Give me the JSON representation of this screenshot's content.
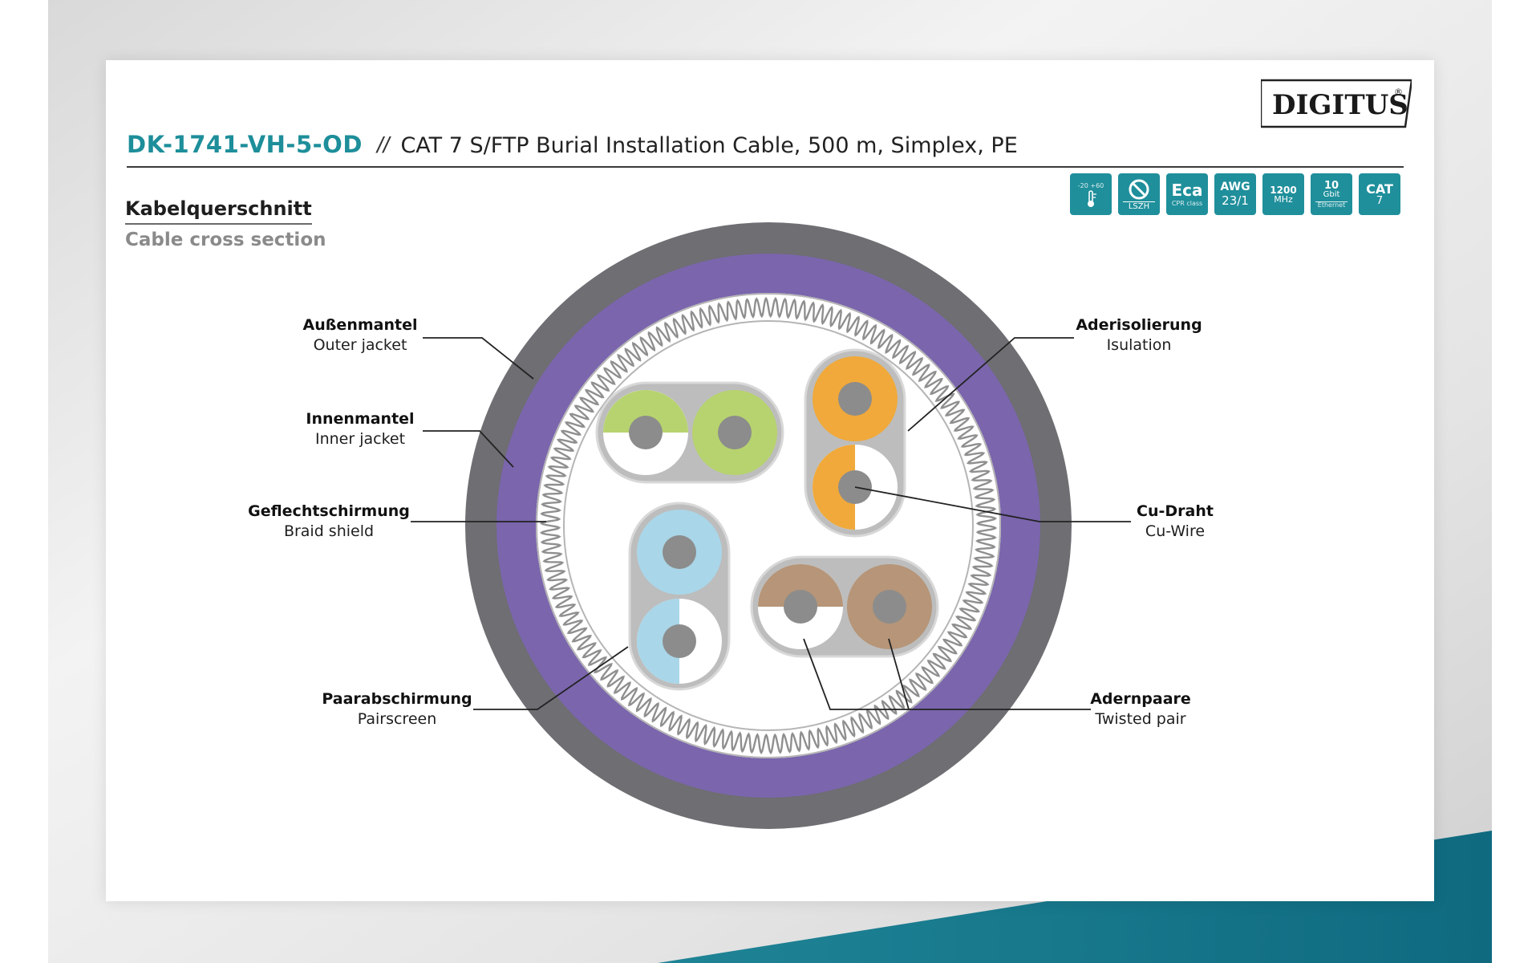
{
  "brand": {
    "logo_text": "DIGITUS",
    "registered_mark": "®"
  },
  "title": {
    "product_code": "DK-1741-VH-5-OD",
    "separator": "//",
    "description": "CAT 7 S/FTP Burial Installation Cable, 500 m, Simplex, PE"
  },
  "section": {
    "title_de": "Kabelquerschnitt",
    "title_en": "Cable cross section"
  },
  "badges": [
    {
      "icon": "temperature-range-icon",
      "top": "-20 +60",
      "bottom": "",
      "small": ""
    },
    {
      "icon": "lszh-icon",
      "top": "",
      "bottom": "LSZH",
      "small": ""
    },
    {
      "icon": "eca-class-icon",
      "top": "Eca",
      "bottom": "",
      "small": "CPR class"
    },
    {
      "icon": "awg-icon",
      "top": "AWG",
      "bottom": "23/1",
      "small": ""
    },
    {
      "icon": "frequency-icon",
      "top": "1200",
      "bottom": "MHz",
      "small": ""
    },
    {
      "icon": "gigabit-ethernet-icon",
      "top": "10",
      "bottom": "Gbit",
      "small": "Ethernet"
    },
    {
      "icon": "category-icon",
      "top": "CAT",
      "bottom": "7",
      "small": ""
    }
  ],
  "labels": {
    "outer_jacket": {
      "de": "Außenmantel",
      "en": "Outer jacket"
    },
    "inner_jacket": {
      "de": "Innenmantel",
      "en": "Inner jacket"
    },
    "braid_shield": {
      "de": "Geflechtschirmung",
      "en": "Braid shield"
    },
    "pairscreen": {
      "de": "Paarabschirmung",
      "en": "Pairscreen"
    },
    "insulation": {
      "de": "Aderisolierung",
      "en": "Isulation"
    },
    "cu_wire": {
      "de": "Cu-Draht",
      "en": "Cu-Wire"
    },
    "twisted_pair": {
      "de": "Adernpaare",
      "en": "Twisted pair"
    }
  },
  "colors": {
    "accent": "#1f8f9b",
    "outer_jacket": "#6e6e73",
    "inner_jacket": "#7b65ad",
    "braid": "#9a9a9a",
    "pair_green": "#b7d36f",
    "pair_orange": "#f0a93a",
    "pair_blue": "#a9d6e8",
    "pair_brown": "#b69578",
    "copper_core": "#8c8c8c",
    "pairscreen": "#bdbdbd"
  }
}
